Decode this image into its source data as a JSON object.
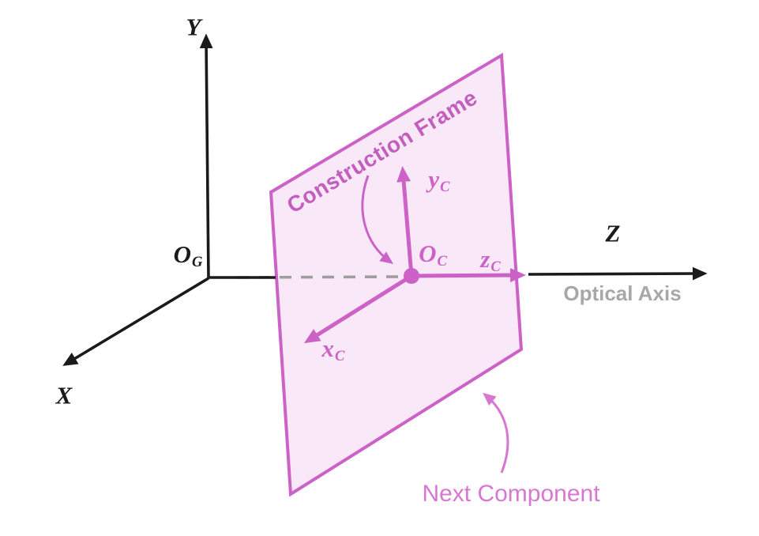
{
  "figure": {
    "colors": {
      "black": "#1a1a1a",
      "gray_dash": "#9e9e9e",
      "gray_text": "#a8a8a8",
      "pink_stroke": "#cc62c5",
      "pink_text": "#c25ebe",
      "pink_light": "#d877d2",
      "plane_fill": "#f9e9f8"
    },
    "labels": {
      "global_y": "Y",
      "global_x": "X",
      "global_z": "Z",
      "global_origin": {
        "main": "O",
        "sub": "G"
      },
      "frame_origin": {
        "main": "O",
        "sub": "C"
      },
      "frame_x": {
        "main": "x",
        "sub": "C"
      },
      "frame_y": {
        "main": "y",
        "sub": "C"
      },
      "frame_z": {
        "main": "z",
        "sub": "C"
      },
      "plane_title": "Construction Frame",
      "optical_axis": "Optical Axis",
      "next_component": "Next Component"
    }
  }
}
